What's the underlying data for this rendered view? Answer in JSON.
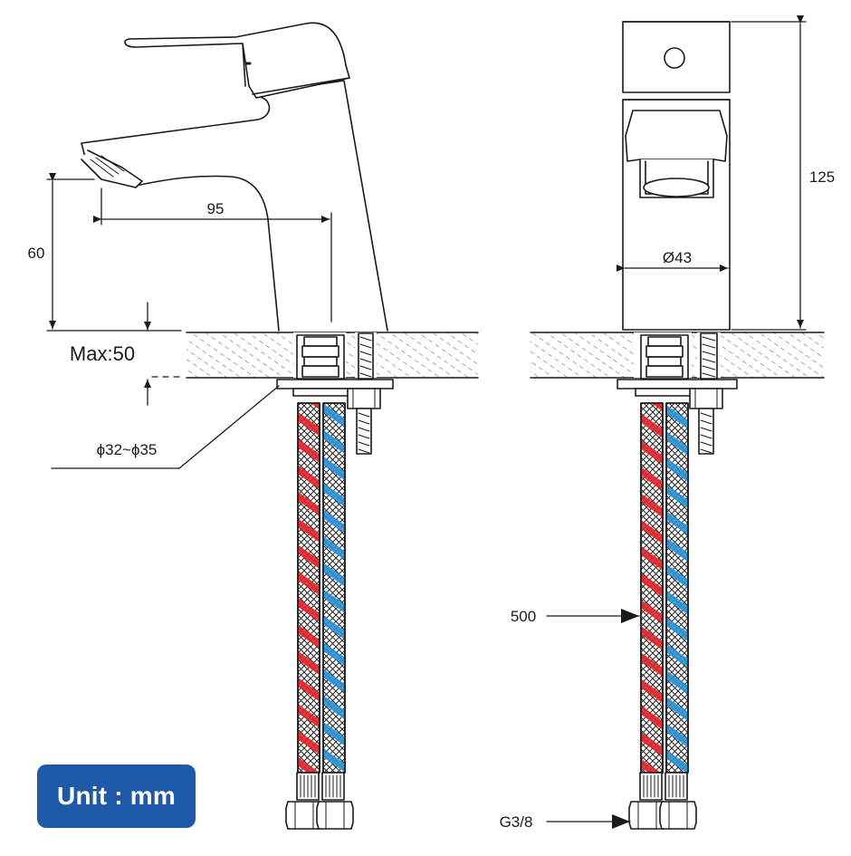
{
  "dimensions": {
    "spout_reach": "95",
    "spout_height": "60",
    "max_counter_thickness": "Max:50",
    "hole_diameter": "ϕ32~ϕ35",
    "total_height": "125",
    "body_diameter": "Ø43",
    "hose_length": "500",
    "thread_size": "G3/8"
  },
  "badge": {
    "label": "Unit : mm"
  },
  "colors": {
    "line": "#1a1a1a",
    "hot_hose": "#e3262b",
    "cold_hose": "#2a93d5",
    "badge": "#1e5aa8"
  }
}
